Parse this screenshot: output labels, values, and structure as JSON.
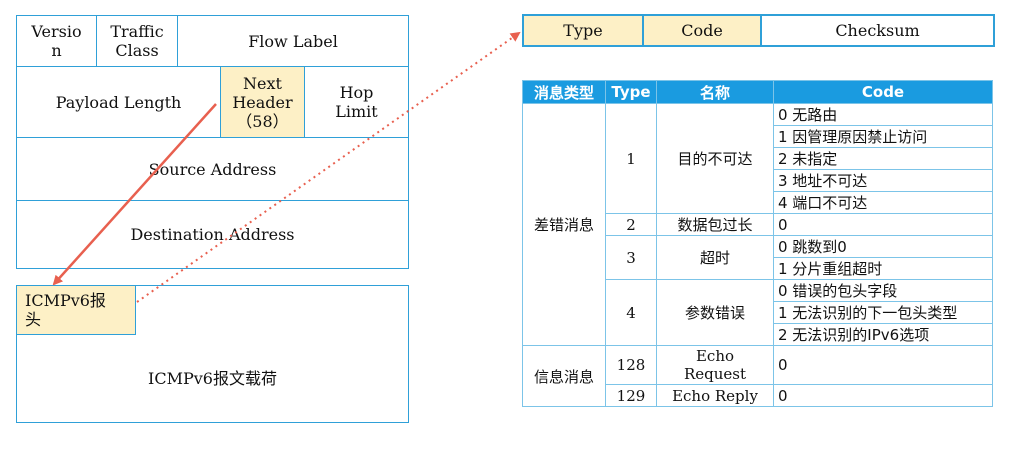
{
  "ipv6_header": {
    "version": "Versio\nn",
    "traffic_class": "Traffic\nClass",
    "flow_label": "Flow Label",
    "payload_length": "Payload Length",
    "next_header": "Next\nHeader\n（58）",
    "hop_limit": "Hop\nLimit",
    "source_address": "Source Address",
    "destination_address": "Destination Address"
  },
  "icmp_packet": {
    "header": "ICMPv6报\n头",
    "payload": "ICMPv6报文载荷"
  },
  "icmp_header_fields": {
    "type": "Type",
    "code": "Code",
    "checksum": "Checksum"
  },
  "colors": {
    "border": "#2fa0d8",
    "highlight": "#fdf0c6",
    "arrow": "#e8604f",
    "table_header": "#1a9be0"
  },
  "table": {
    "headers": [
      "消息类型",
      "Type",
      "名称",
      "Code"
    ],
    "categories": [
      "差错消息",
      "信息消息"
    ],
    "rows": [
      {
        "type": "1",
        "name": "目的不可达",
        "codes": [
          "0 无路由",
          "1 因管理原因禁止访问",
          "2 未指定",
          "3 地址不可达",
          "4 端口不可达"
        ]
      },
      {
        "type": "2",
        "name": "数据包过长",
        "codes": [
          "0"
        ]
      },
      {
        "type": "3",
        "name": "超时",
        "codes": [
          "0 跳数到0",
          "1 分片重组超时"
        ]
      },
      {
        "type": "4",
        "name": "参数错误",
        "codes": [
          "0 错误的包头字段",
          "1 无法识别的下一包头类型",
          "2 无法识别的IPv6选项"
        ]
      },
      {
        "type": "128",
        "name": "Echo\nRequest",
        "codes": [
          "0"
        ]
      },
      {
        "type": "129",
        "name": "Echo Reply",
        "codes": [
          "0"
        ]
      }
    ]
  }
}
